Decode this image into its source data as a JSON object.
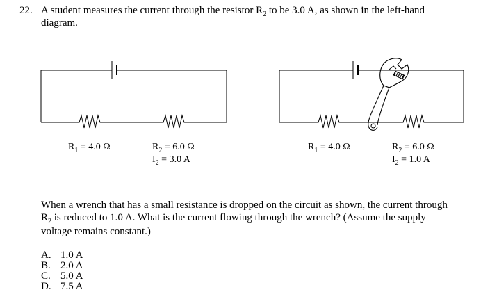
{
  "question": {
    "number": "22.",
    "stem_line1": "A student measures the current through the resistor R",
    "stem_sub": "2",
    "stem_line1_end": " to be 3.0 A, as shown in the left-hand",
    "stem_line2": "diagram."
  },
  "left_circuit": {
    "r1_label": "R",
    "r1_sub": "1",
    "r1_value": " = 4.0 Ω",
    "r2_label": "R",
    "r2_sub": "2",
    "r2_value": " = 6.0 Ω",
    "i2_label": "I",
    "i2_sub": "2",
    "i2_value": " = 3.0 A"
  },
  "right_circuit": {
    "r1_label": "R",
    "r1_sub": "1",
    "r1_value": " = 4.0 Ω",
    "r2_label": "R",
    "r2_sub": "2",
    "r2_value": " = 6.0 Ω",
    "i2_label": "I",
    "i2_sub": "2",
    "i2_value": " = 1.0 A"
  },
  "paragraph": {
    "line1": "When a wrench that has a small resistance is dropped on the circuit as shown, the current through",
    "line2_pre": "R",
    "line2_sub": "2",
    "line2_post": " is reduced to 1.0 A.  What is the current flowing through the wrench? (Assume the supply",
    "line3": "voltage remains constant.)"
  },
  "choices": [
    {
      "letter": "A.",
      "text": "1.0 A"
    },
    {
      "letter": "B.",
      "text": "2.0 A"
    },
    {
      "letter": "C.",
      "text": "5.0 A"
    },
    {
      "letter": "D.",
      "text": "7.5 A"
    }
  ]
}
